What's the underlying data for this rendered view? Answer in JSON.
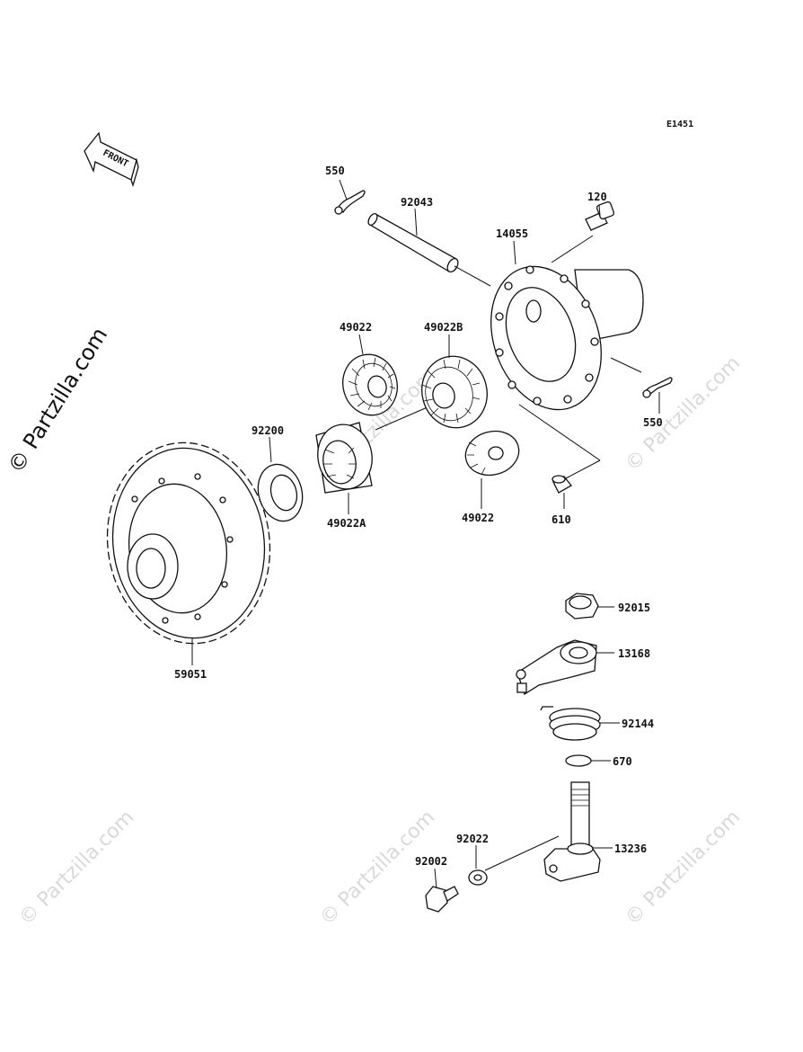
{
  "diagram": {
    "code": "E1451",
    "front_label": "FRONT",
    "watermark_main": "© Partzilla.com",
    "watermark_faint": "© Partzilla.com",
    "parts": [
      {
        "id": "p550a",
        "label": "550"
      },
      {
        "id": "p92043",
        "label": "92043"
      },
      {
        "id": "p120",
        "label": "120"
      },
      {
        "id": "p14055",
        "label": "14055"
      },
      {
        "id": "p49022a_top",
        "label": "49022"
      },
      {
        "id": "p49022B",
        "label": "49022B"
      },
      {
        "id": "p550b",
        "label": "550"
      },
      {
        "id": "p92200",
        "label": "92200"
      },
      {
        "id": "p49022A",
        "label": "49022A"
      },
      {
        "id": "p49022b_bot",
        "label": "49022"
      },
      {
        "id": "p610",
        "label": "610"
      },
      {
        "id": "p59051",
        "label": "59051"
      },
      {
        "id": "p92015",
        "label": "92015"
      },
      {
        "id": "p13168",
        "label": "13168"
      },
      {
        "id": "p92144",
        "label": "92144"
      },
      {
        "id": "p670",
        "label": "670"
      },
      {
        "id": "p92022",
        "label": "92022"
      },
      {
        "id": "p13236",
        "label": "13236"
      },
      {
        "id": "p92002",
        "label": "92002"
      }
    ]
  }
}
